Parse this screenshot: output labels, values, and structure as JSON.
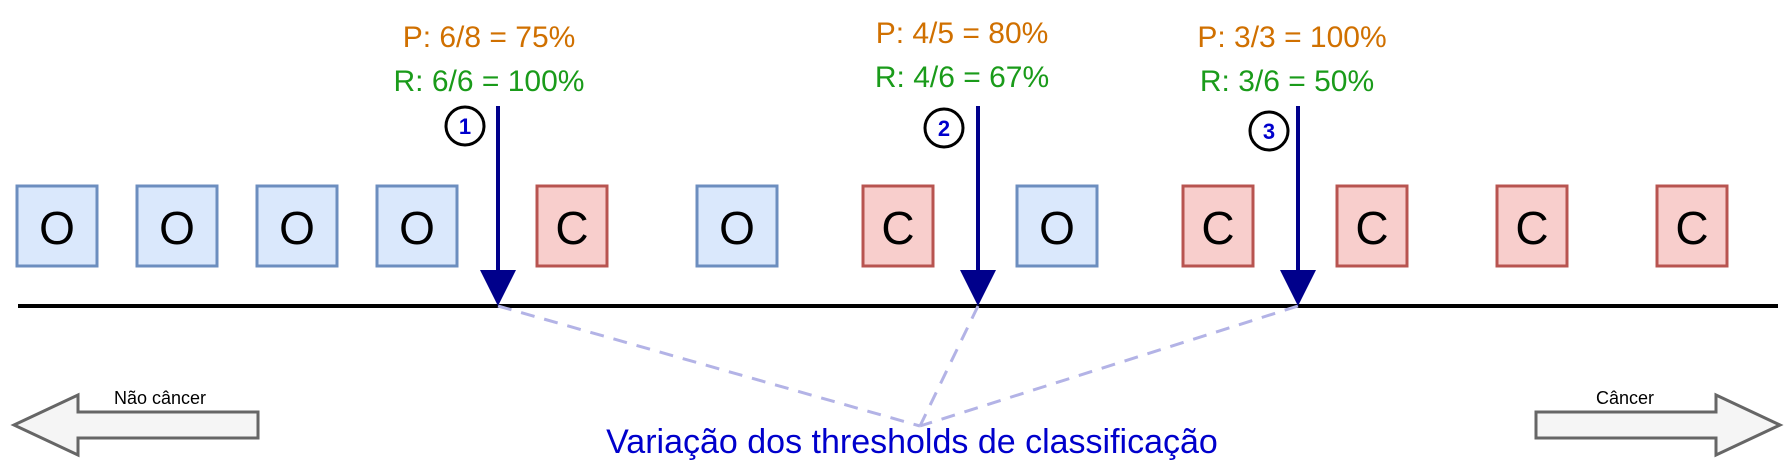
{
  "colors": {
    "ordinary_fill": "#dae8fc",
    "ordinary_stroke": "#6c8ebf",
    "cancer_fill": "#f8cecc",
    "cancer_stroke": "#b85450",
    "precision": "#d07000",
    "recall": "#1a9b1a",
    "threshold": "#00008b",
    "marker_text": "#0000cc",
    "dashed": "#b3b3e6",
    "caption": "#0000cc",
    "side_arrow_fill": "#f5f5f5",
    "side_arrow_stroke": "#666666",
    "axis": "#000000"
  },
  "items": [
    {
      "label": "O",
      "class": "ordinary"
    },
    {
      "label": "O",
      "class": "ordinary"
    },
    {
      "label": "O",
      "class": "ordinary"
    },
    {
      "label": "O",
      "class": "ordinary"
    },
    {
      "label": "C",
      "class": "cancer"
    },
    {
      "label": "O",
      "class": "ordinary"
    },
    {
      "label": "C",
      "class": "cancer"
    },
    {
      "label": "O",
      "class": "ordinary"
    },
    {
      "label": "C",
      "class": "cancer"
    },
    {
      "label": "C",
      "class": "cancer"
    },
    {
      "label": "C",
      "class": "cancer"
    },
    {
      "label": "C",
      "class": "cancer"
    }
  ],
  "thresholds": [
    {
      "number": "1",
      "precision": "P: 6/8 = 75%",
      "recall": "R: 6/6 = 100%"
    },
    {
      "number": "2",
      "precision": "P: 4/5 = 80%",
      "recall": "R: 4/6 = 67%"
    },
    {
      "number": "3",
      "precision": "P: 3/3 = 100%",
      "recall": "R: 3/6 = 50%"
    }
  ],
  "left_arrow_label": "Não câncer",
  "right_arrow_label": "Câncer",
  "caption": "Variação dos thresholds de classificação"
}
